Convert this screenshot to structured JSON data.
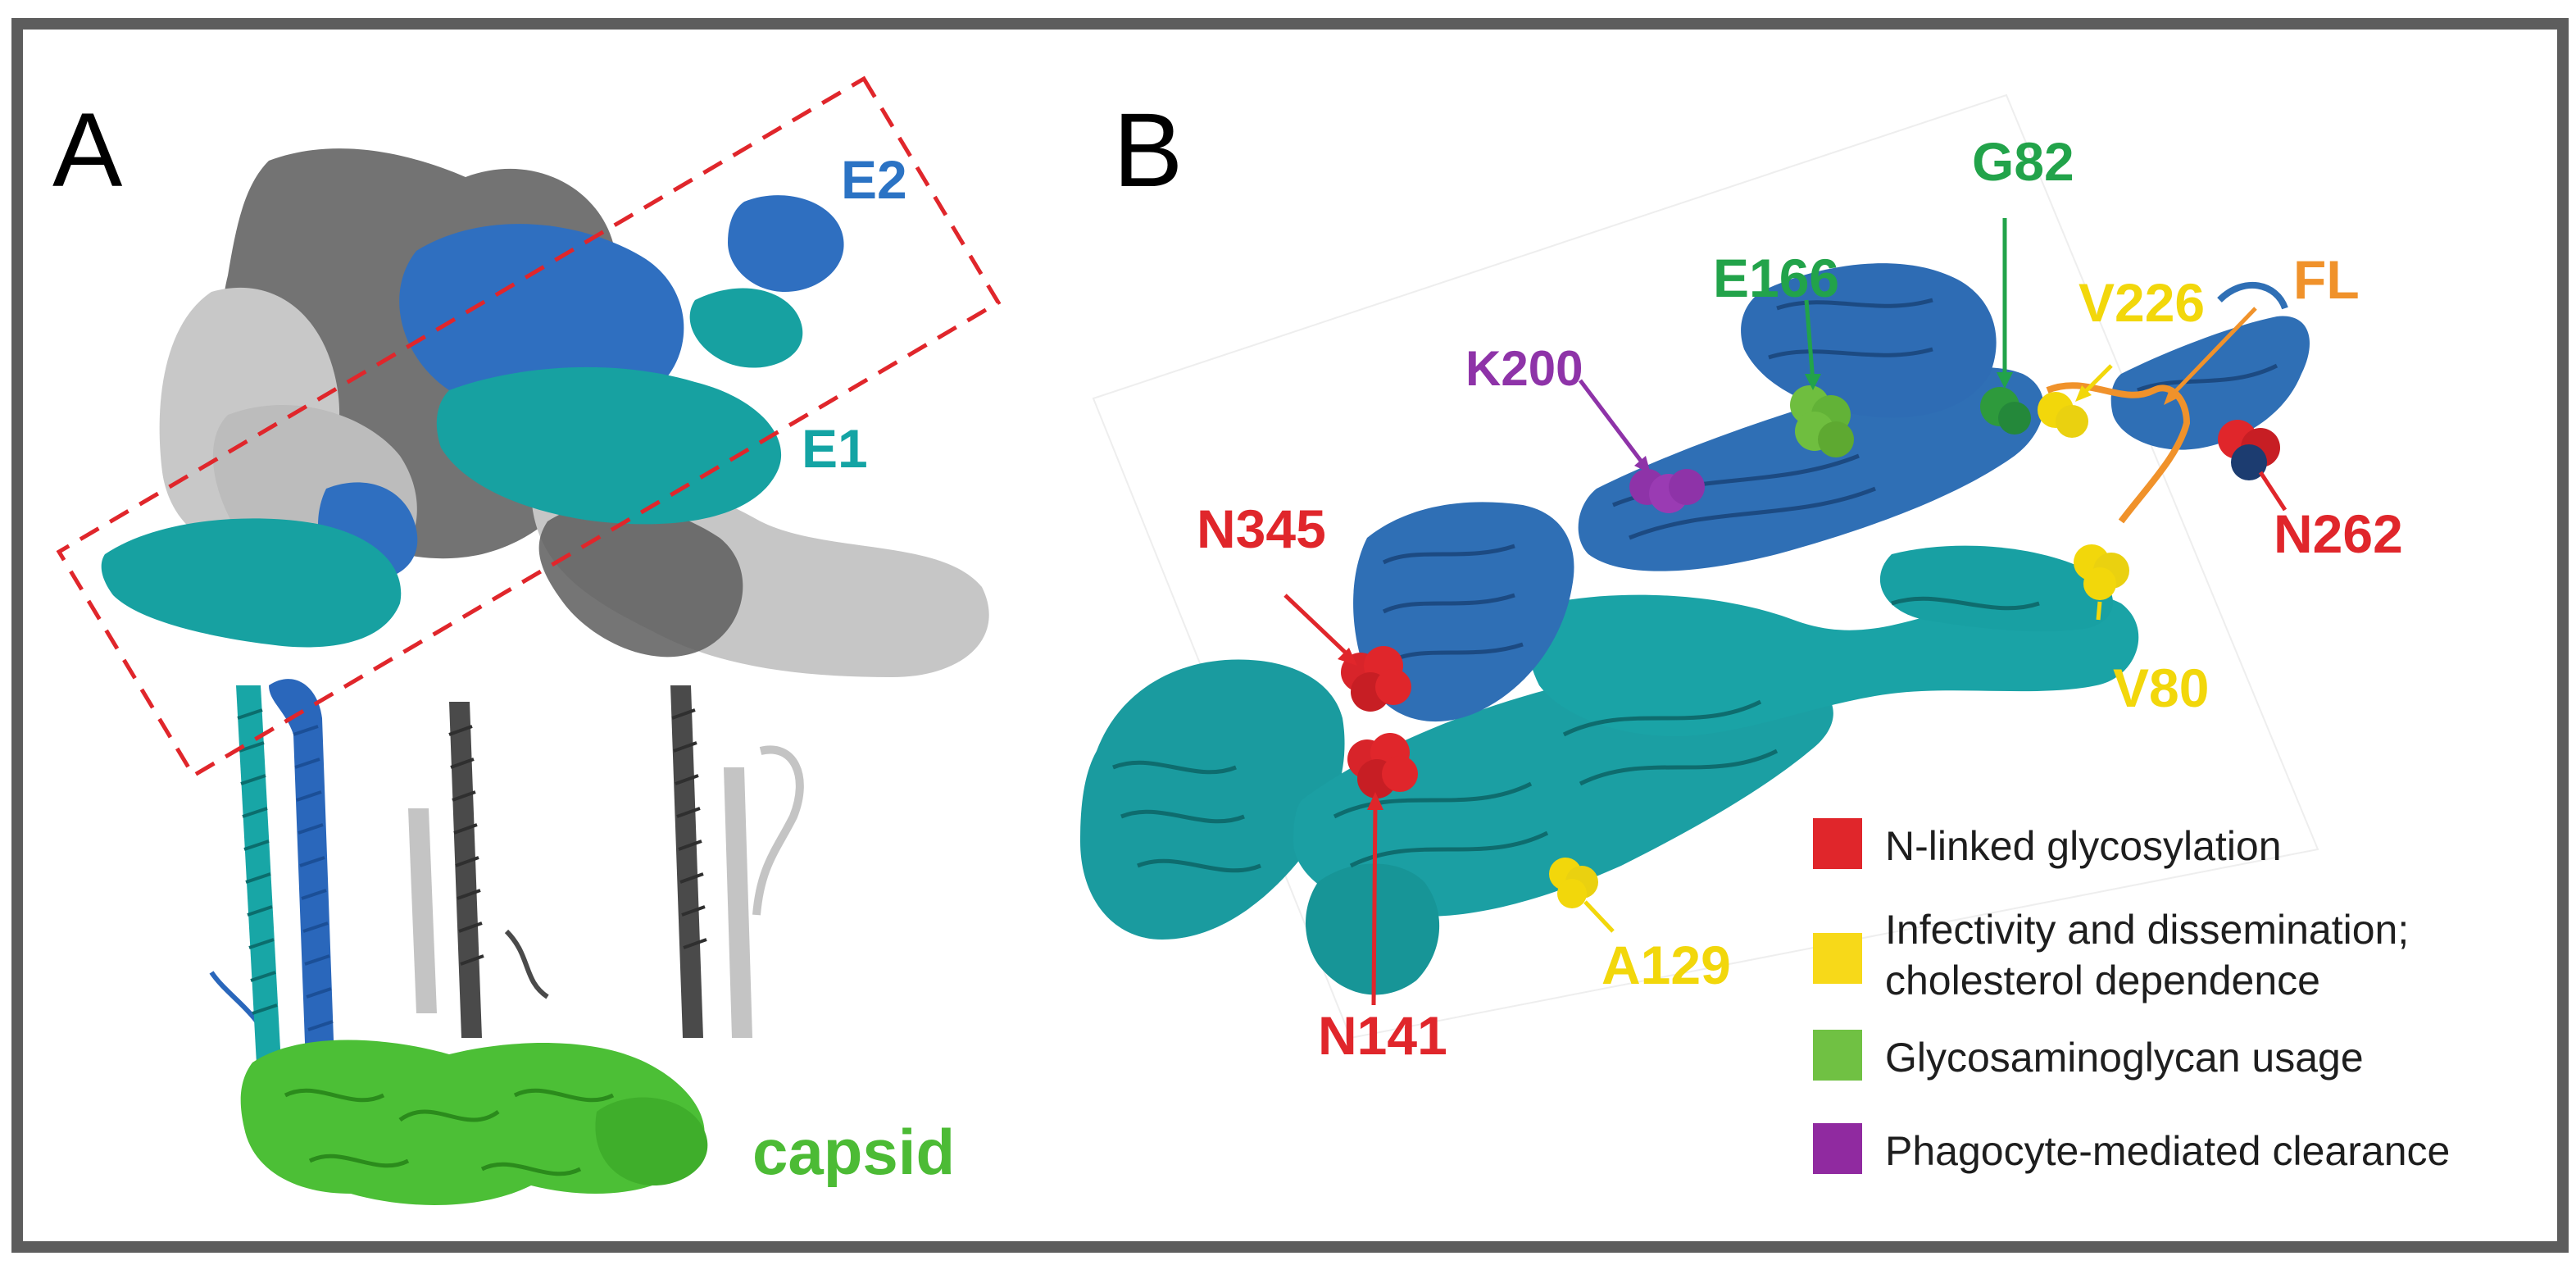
{
  "panels": {
    "a": "A",
    "b": "B"
  },
  "panel_a": {
    "labels": {
      "e2": "E2",
      "e1": "E1",
      "capsid": "capsid"
    },
    "colors": {
      "e2": "#2b73c4",
      "e1": "#14a4a4",
      "capsid": "#4cbb35",
      "dark_gray": "#4a4a4a",
      "light_gray": "#bdbdbd",
      "box": "#e0262b"
    }
  },
  "panel_b": {
    "residues": {
      "n345": "N345",
      "n141": "N141",
      "n262": "N262",
      "k200": "K200",
      "e166": "E166",
      "g82": "G82",
      "v226": "V226",
      "v80": "V80",
      "a129": "A129",
      "fl": "FL"
    },
    "colors": {
      "red": "#e0262b",
      "yellow": "#f2d70b",
      "green": "#22a34a",
      "light_green": "#70c143",
      "purple": "#8e33a8",
      "orange": "#f0922b"
    }
  },
  "legend": {
    "items": [
      {
        "color": "#e0262b",
        "lines": [
          "N-linked glycosylation"
        ]
      },
      {
        "color": "#f7d919",
        "lines": [
          "Infectivity and dissemination;",
          "cholesterol dependence"
        ]
      },
      {
        "color": "#70c143",
        "lines": [
          "Glycosaminoglycan usage"
        ]
      },
      {
        "color": "#902aa0",
        "lines": [
          "Phagocyte-mediated clearance"
        ]
      }
    ]
  }
}
